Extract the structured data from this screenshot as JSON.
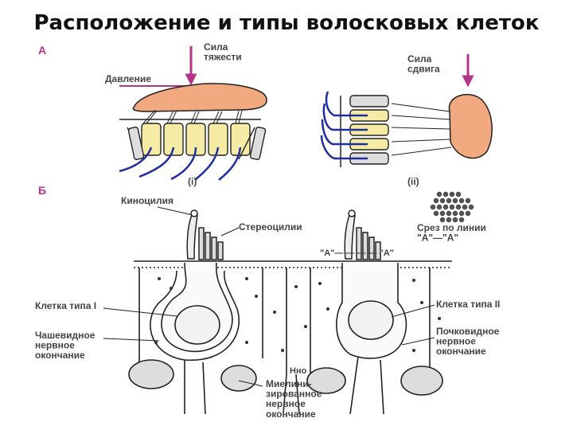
{
  "slide": {
    "title": "Расположение и типы волосковых клеток"
  },
  "panel_a": {
    "marker": "А",
    "gravity_force": "Сила\nтяжести",
    "pressure": "Давление",
    "shear_force": "Сила\nсдвига",
    "caption_left": "(i)",
    "caption_right": "(ii)"
  },
  "panel_b": {
    "marker": "Б",
    "kinocilium": "Киноцилия",
    "stereocilia": "Стереоцилии",
    "section_line": "Срез по линии\n\"А\"—\"А\"",
    "section_mark": "\"А\"— — — — \"А\"",
    "type1_cell": "Клетка типа I",
    "type2_cell": "Клетка типа II",
    "calyx_ending": "Чашевидное\nнервное\nокончание",
    "bouton_ending": "Почковидное\nнервное\nокончание",
    "myelinated_ending": "Миелини-\nзированное\nнервное\nокончание",
    "unmyelinated_mark": "Нно"
  },
  "colors": {
    "label_text": "#444444",
    "marker_pink": "#b6338a",
    "arrow_pink": "#b6338a",
    "cupula": "#f2a97f",
    "hair_cell": "#f6eba4",
    "nerve": "#1f2fa0"
  }
}
